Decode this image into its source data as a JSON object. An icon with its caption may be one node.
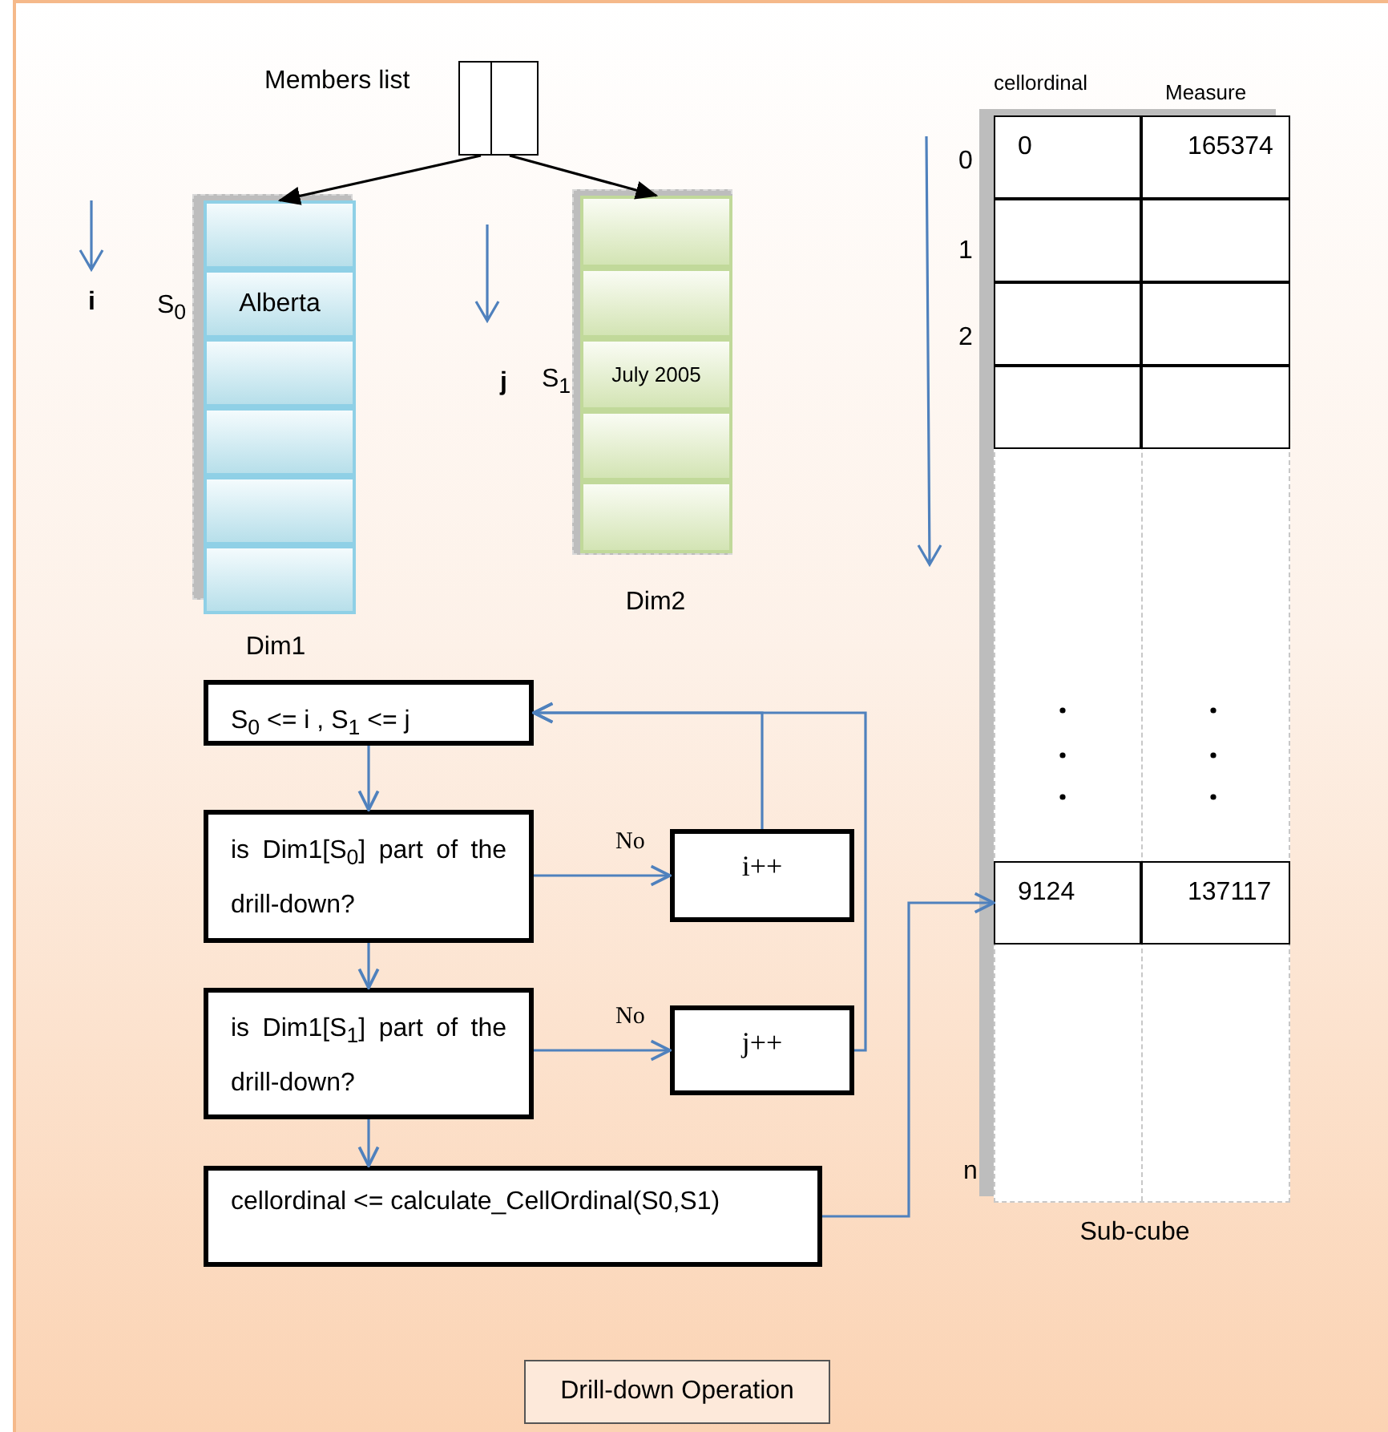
{
  "diagram": {
    "caption": "Drill-down Operation",
    "nodes": [
      {
        "text": [
          "Members list"
        ]
      },
      {
        "text": [
          "Dim1"
        ]
      },
      {
        "text": [],
        "shape": "box",
        "in": 1
      },
      {
        "text": [
          "Alberta"
        ],
        "in": 1
      },
      {
        "text": [],
        "shape": "box",
        "in": 1
      },
      {
        "text": [],
        "shape": "box",
        "in": 1
      },
      {
        "text": [],
        "shape": "box",
        "in": 1
      },
      {
        "text": [],
        "shape": "box",
        "in": 1
      },
      {
        "text": [
          "Dim2"
        ]
      },
      {
        "text": [],
        "shape": "box",
        "in": 8
      },
      {
        "text": [],
        "shape": "box",
        "in": 8
      },
      {
        "text": [
          "July 2005"
        ],
        "in": 8
      },
      {
        "text": [],
        "shape": "box",
        "in": 8
      },
      {
        "text": [],
        "shape": "box",
        "in": 8
      },
      {
        "text": [
          "Sub-cube"
        ]
      },
      {
        "text": [
          "0"
        ],
        "in": 14
      },
      {
        "text": [
          "165374"
        ],
        "in": 14
      },
      {
        "text": [],
        "shape": "box",
        "in": 14
      },
      {
        "text": [],
        "shape": "box",
        "in": 14
      },
      {
        "text": [],
        "shape": "box",
        "in": 14
      },
      {
        "text": [],
        "shape": "box",
        "in": 14
      },
      {
        "text": [],
        "shape": "box",
        "in": 14
      },
      {
        "text": [],
        "shape": "box",
        "in": 14
      },
      {
        "text": [
          "9124"
        ],
        "in": 14
      },
      {
        "text": [
          "137117"
        ],
        "in": 14
      },
      {
        "text": [
          "S$_{0}$ <= i , S$_{1}$ <= j"
        ]
      },
      {
        "text": [
          "is Dim1[S$_{0}$] part of the drill-down?"
        ]
      },
      {
        "text": [
          "i++"
        ]
      },
      {
        "text": [
          "is Dim1[S$_{1}$] part of the drill-down?"
        ]
      },
      {
        "text": [
          "j++"
        ]
      },
      {
        "text": [
          "cellordinal <= calculate_CellOrdinal(S0,S1)"
        ]
      }
    ],
    "edges": [
      {
        "from": 0,
        "to": 2,
        "arrow": "to",
        "color": "#000000"
      },
      {
        "from": 0,
        "to": 9,
        "arrow": "to",
        "color": "#000000"
      },
      {
        "from": 25,
        "to": 26,
        "arrow": "to"
      },
      {
        "from": 26,
        "to": 27,
        "arrow": "to",
        "label": "No"
      },
      {
        "from": 26,
        "to": 28,
        "arrow": "to"
      },
      {
        "from": 28,
        "to": 29,
        "arrow": "to",
        "label": "No"
      },
      {
        "from": 28,
        "to": 30,
        "arrow": "to"
      },
      {
        "from": 27,
        "to": 25,
        "arrow": "to"
      },
      {
        "from": 29,
        "to": 25,
        "arrow": "to"
      },
      {
        "from": 30,
        "to": 23,
        "arrow": "to"
      }
    ],
    "labels": [
      "i",
      "S$_{0}$",
      "j",
      "S$_{1}$",
      "cellordinal",
      "Measure",
      "0",
      "1",
      "2",
      "n"
    ]
  }
}
